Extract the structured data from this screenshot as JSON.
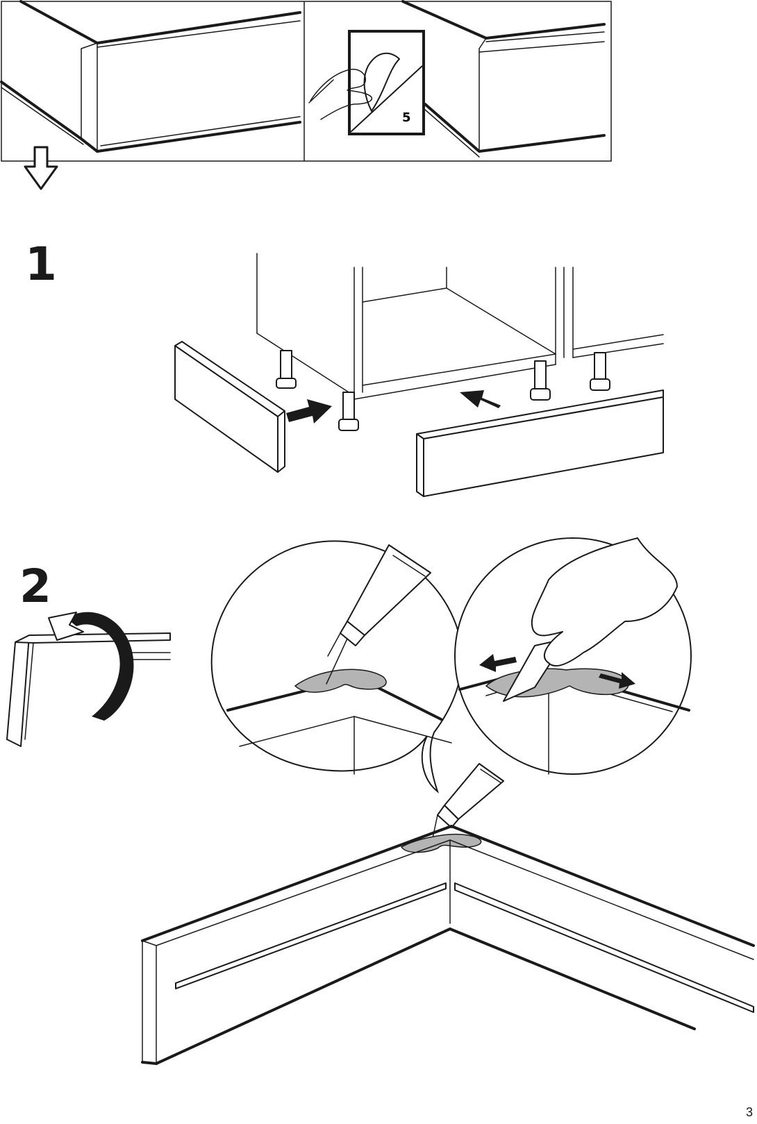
{
  "reference_panel": {
    "page_reference": "5"
  },
  "steps": [
    {
      "number": "1"
    },
    {
      "number": "2"
    }
  ],
  "page_number": "3",
  "colors": {
    "ink": "#1a1a1a",
    "glue": "#b4b4b4",
    "background": "#ffffff"
  },
  "icons": [
    "hollow-down-arrow-icon",
    "hand-peel-sheet-icon",
    "rotate-arrow-icon",
    "glue-tube-icon",
    "push-arrow-icon",
    "spread-arrow-icon"
  ]
}
